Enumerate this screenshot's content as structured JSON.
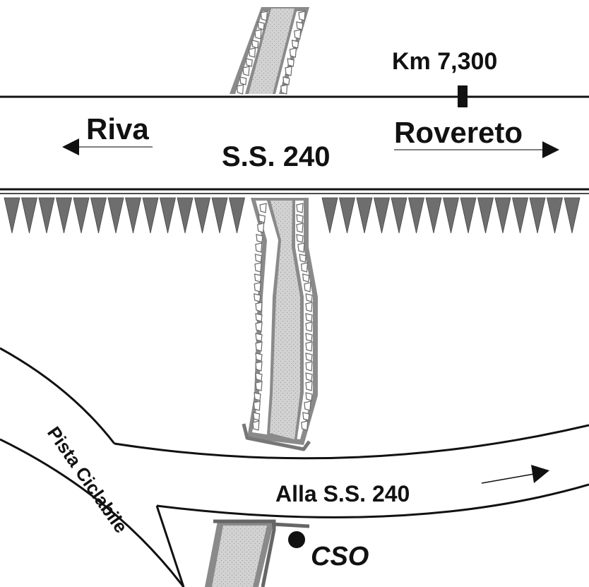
{
  "map": {
    "road_name": "S.S. 240",
    "km_marker": "Km 7,300",
    "direction_left": "Riva",
    "direction_right": "Rovereto",
    "side_road": "Alla S.S. 240",
    "bike_path": "Pista Ciclabile",
    "point_label": "CSO"
  },
  "colors": {
    "line": "#111111",
    "channel_fill": "#cfcfcf",
    "bank_fill": "#8a8a8a",
    "rock_fill": "#ffffff",
    "embankment": "#6e6e6e"
  }
}
